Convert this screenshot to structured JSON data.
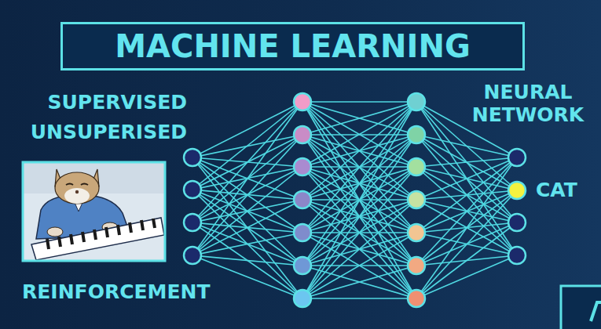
{
  "diagram": {
    "title": "MACHINE LEARNING",
    "labels": [
      "SUPERVISED",
      "UNSUPERISED",
      "NEURAL NETWORK",
      "CAT",
      "REINFORCEMENT"
    ]
  }
}
